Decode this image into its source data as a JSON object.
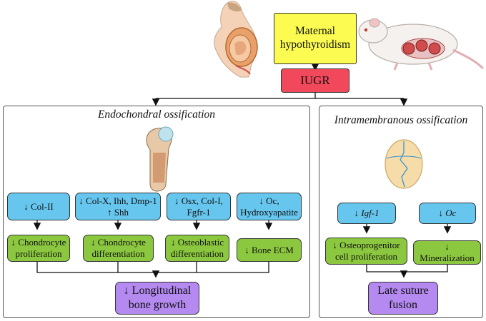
{
  "top": {
    "maternal": "Maternal hypothyroidism",
    "iugr": "IUGR"
  },
  "left_panel": {
    "title": "Endochondral ossification",
    "markers": [
      {
        "arrow": "↓",
        "text": "Col-II"
      },
      {
        "arrow": "↓",
        "text": "Col-X, Ihh, Dmp-1",
        "line2": "↑ Shh"
      },
      {
        "arrow": "↓",
        "text": "Osx, Col-I,",
        "line2": "Fgfr-1"
      },
      {
        "arrow": "↓",
        "text": "Oc,",
        "line2": "Hydroxyapatite"
      }
    ],
    "effects": [
      {
        "arrow": "↓",
        "text": "Chondrocyte",
        "line2": "proliferation"
      },
      {
        "arrow": "↓",
        "text": "Chondrocyte",
        "line2": "differentiation"
      },
      {
        "arrow": "↓",
        "text": "Osteoblastic",
        "line2": "differentiation"
      },
      {
        "arrow": "↓",
        "text": "Bone ECM"
      }
    ],
    "outcome": {
      "line1": "↓ Longitudinal",
      "line2": "bone growth"
    }
  },
  "right_panel": {
    "title": "Intramembranous ossification",
    "markers": [
      {
        "arrow": "↓",
        "text": "Igf-1"
      },
      {
        "arrow": "↓",
        "text": "Oc"
      }
    ],
    "effects": [
      {
        "arrow": "↓",
        "text": "Osteoprogenitor",
        "line2": "cell proliferation"
      },
      {
        "arrow": "↓",
        "text": "Mineralization"
      }
    ],
    "outcome": {
      "line1": "Late suture",
      "line2": "fusion"
    }
  },
  "colors": {
    "marker": "#66c6ee",
    "effect": "#8cc83f",
    "outcome": "#b489f0",
    "maternal": "#fbfb52",
    "iugr": "#f2485b"
  },
  "icons": [
    "pregnant-woman-icon",
    "pregnant-rat-icon",
    "femur-bone-icon",
    "skull-icon"
  ]
}
